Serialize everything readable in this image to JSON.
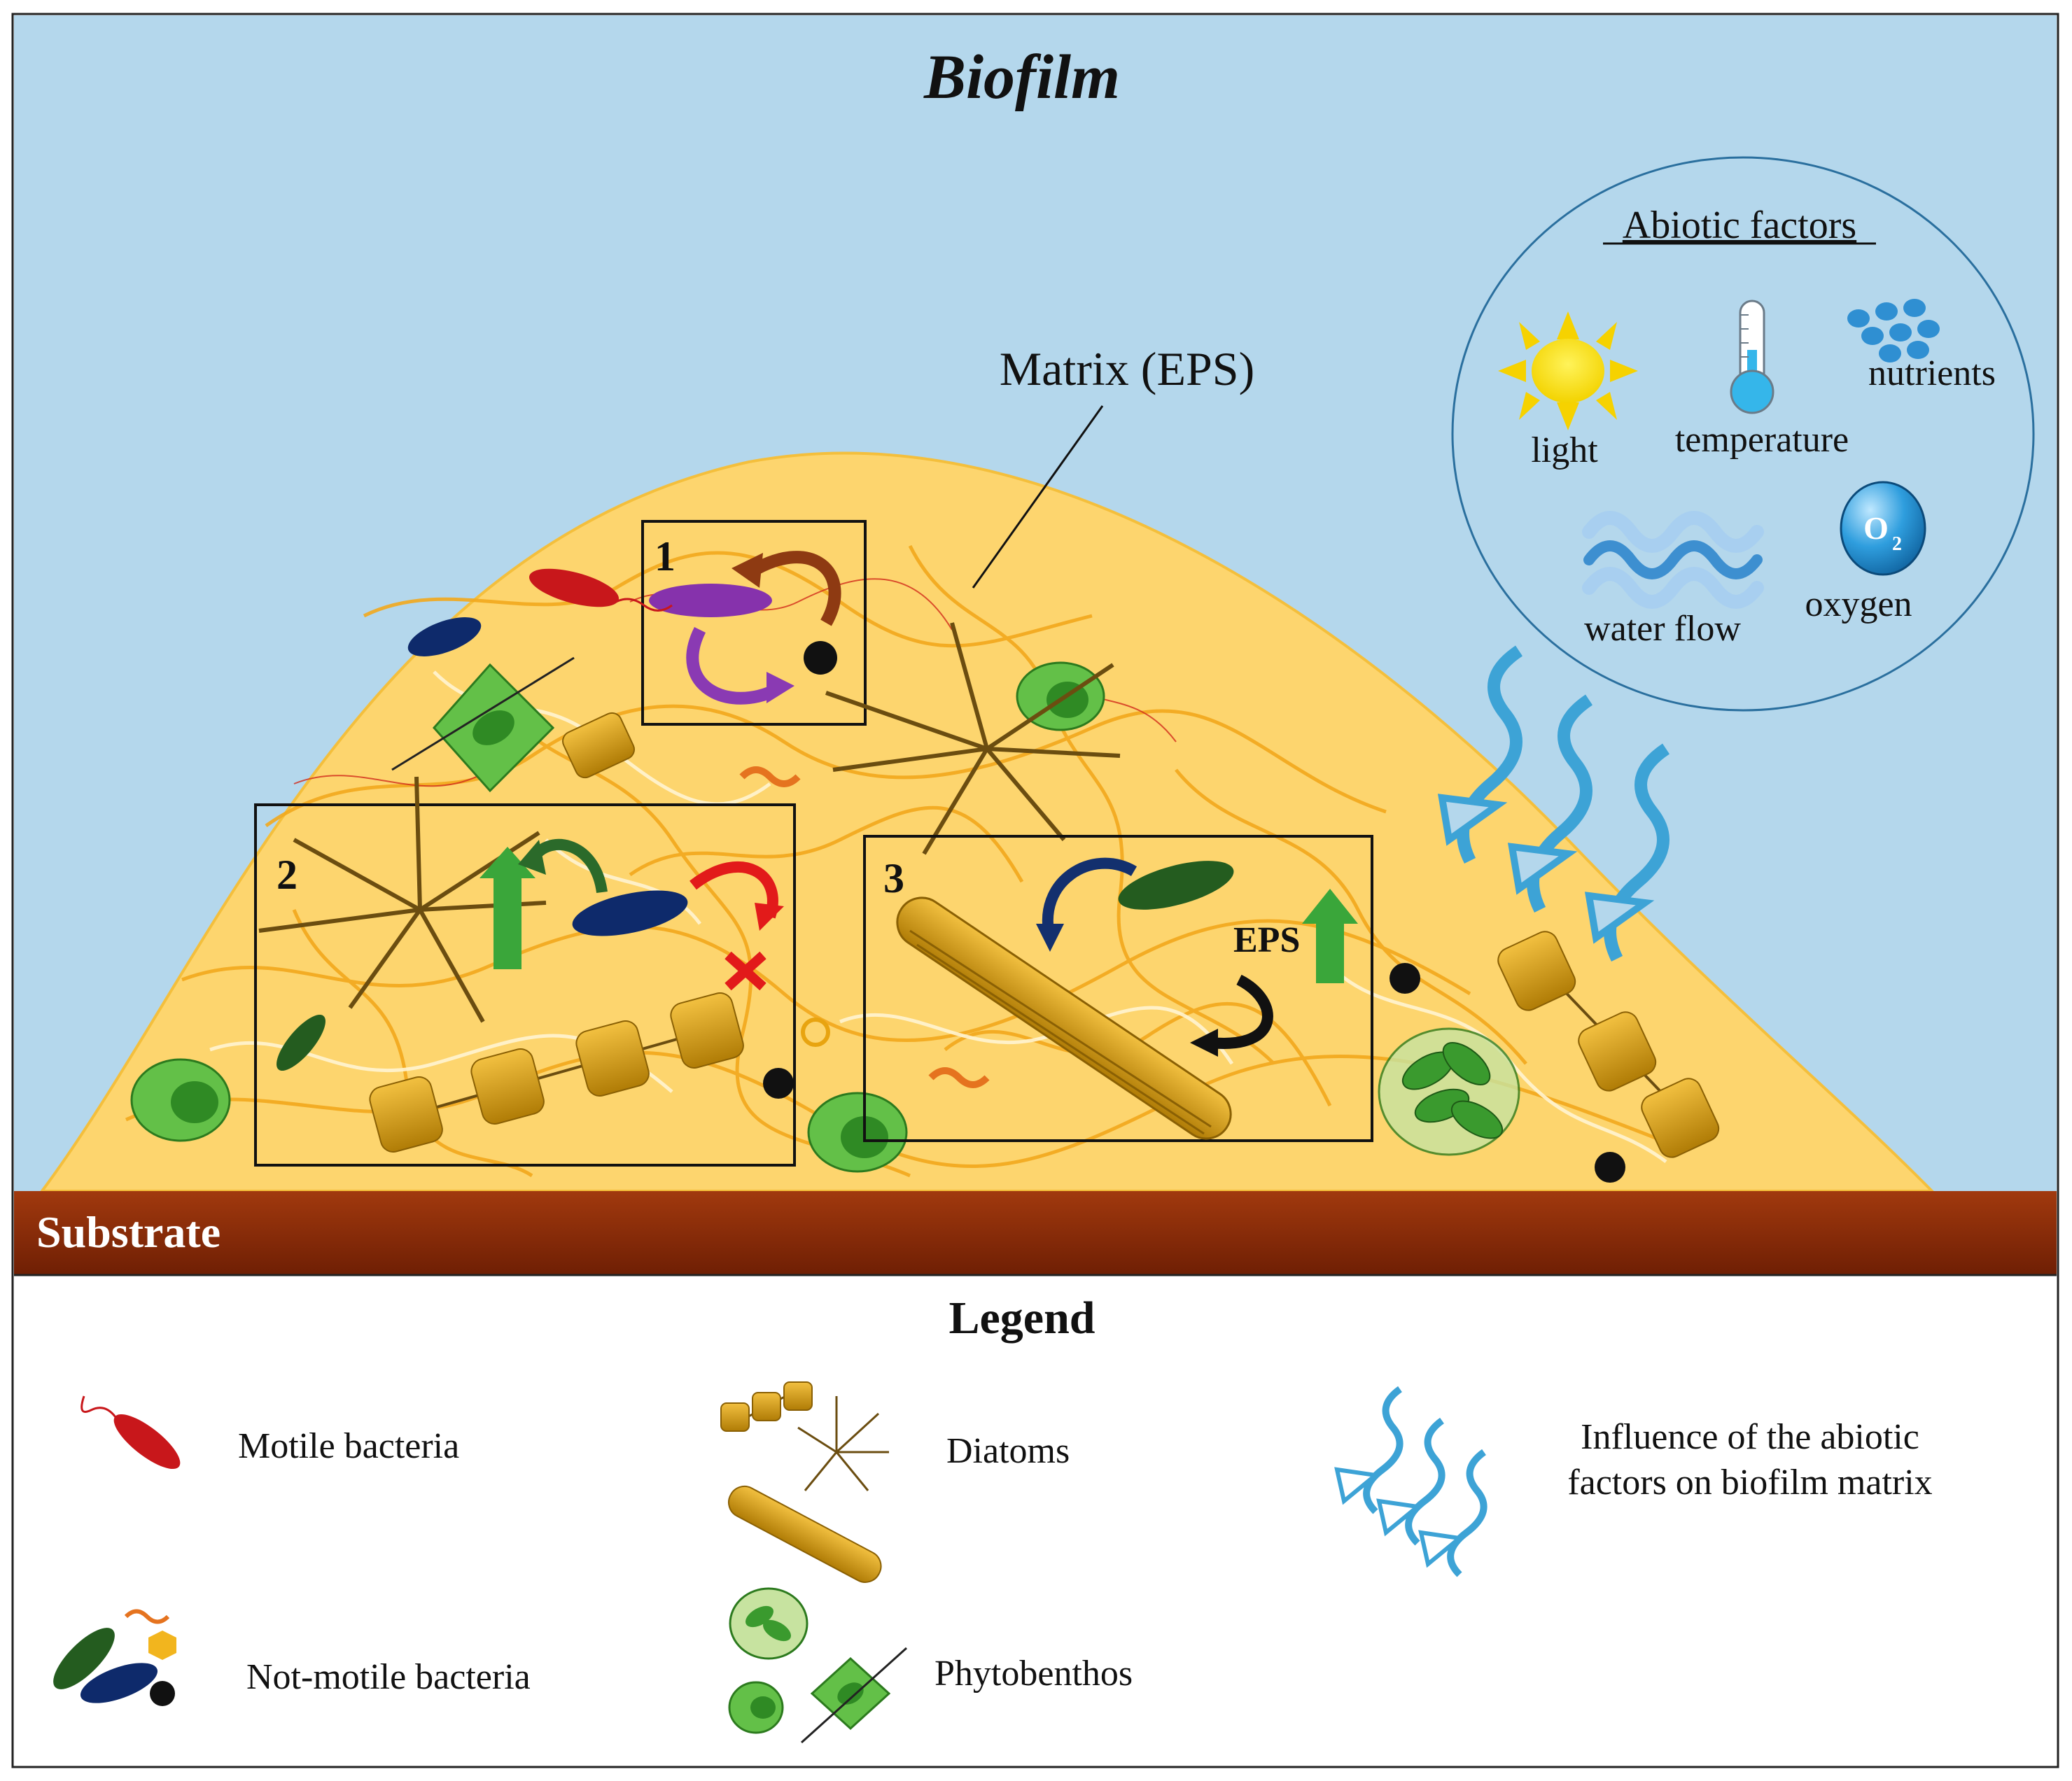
{
  "title": "Biofilm",
  "matrix_label": "Matrix (EPS)",
  "substrate_label": "Substrate",
  "boxes": [
    "1",
    "2",
    "3"
  ],
  "eps_label": "EPS",
  "abiotic": {
    "title": "Abiotic factors",
    "items": {
      "light": "light",
      "temperature": "temperature",
      "nutrients": "nutrients",
      "water_flow": "water flow",
      "oxygen": "oxygen",
      "oxygen_symbol": "O",
      "oxygen_subscript": "2"
    }
  },
  "legend": {
    "title": "Legend",
    "motile": "Motile bacteria",
    "not_motile": "Not-motile bacteria",
    "diatoms": "Diatoms",
    "phytobenthos": "Phytobenthos",
    "influence_line1": "Influence of the abiotic",
    "influence_line2": "factors on biofilm matrix"
  },
  "colors": {
    "water": "#b4d7ec",
    "matrix": "#fdd56e",
    "substrate": "#8b2a07",
    "wave": "#3da3d6",
    "diatom": "#d9a213",
    "motile_bacteria": "#c8171b",
    "not_motile_bacteria": "#0e2a6b",
    "green_bacteria": "#245c1f",
    "phyto": "#63c048"
  }
}
